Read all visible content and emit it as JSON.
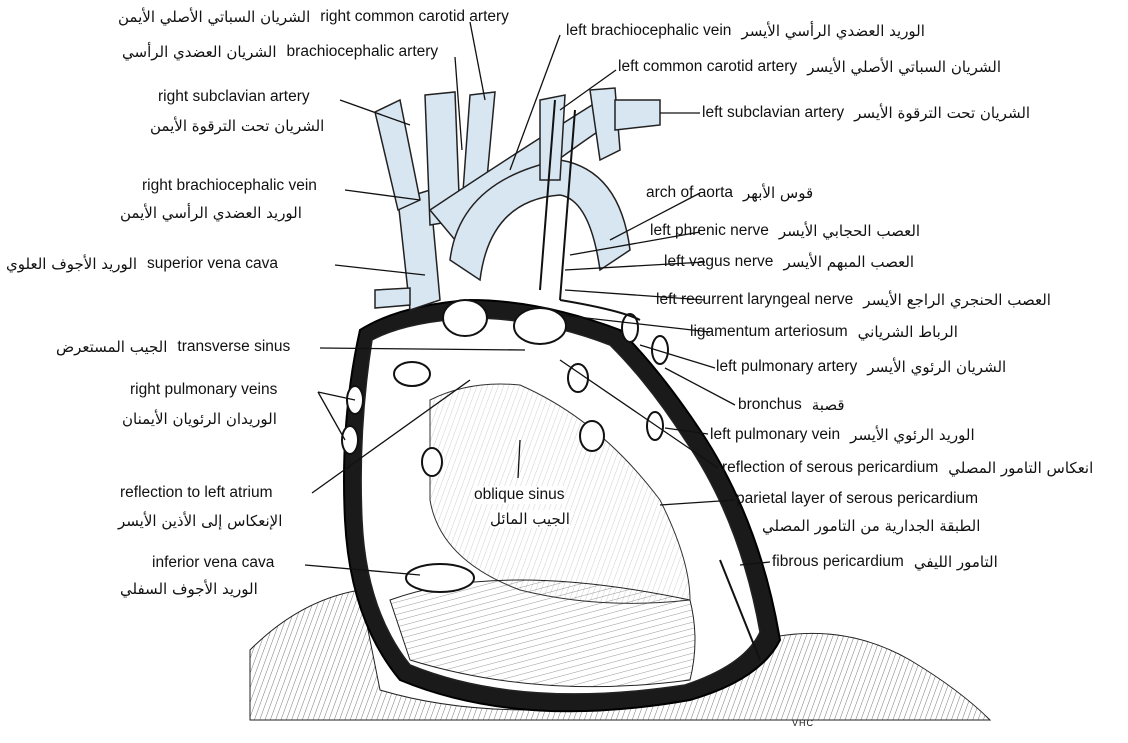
{
  "labels": {
    "right_common_carotid": {
      "en": "right common carotid artery",
      "ar": "الشريان السباتي الأصلي الأيمن"
    },
    "brachiocephalic_artery": {
      "en": "brachiocephalic artery",
      "ar": "الشريان العضدي الرأسي"
    },
    "right_subclavian": {
      "en": "right subclavian artery",
      "ar": "الشريان تحت الترقوة الأيمن"
    },
    "right_brachiocephalic_vein": {
      "en": "right brachiocephalic vein",
      "ar": "الوريد العضدي الرأسي الأيمن"
    },
    "superior_vena_cava": {
      "en": "superior vena cava",
      "ar": "الوريد الأجوف العلوي"
    },
    "transverse_sinus": {
      "en": "transverse sinus",
      "ar": "الجيب المستعرض"
    },
    "right_pulmonary_veins": {
      "en": "right pulmonary veins",
      "ar": "الوريدان الرئويان الأيمنان"
    },
    "reflection_left_atrium": {
      "en": "reflection to left atrium",
      "ar": "الإنعكاس إلى الأذين الأيسر"
    },
    "inferior_vena_cava": {
      "en": "inferior vena cava",
      "ar": "الوريد الأجوف السفلي"
    },
    "oblique_sinus": {
      "en": "oblique sinus",
      "ar": "الجيب المائل"
    },
    "left_brachiocephalic_vein": {
      "en": "left brachiocephalic vein",
      "ar": "الوريد العضدي الرأسي الأيسر"
    },
    "left_common_carotid": {
      "en": "left common carotid artery",
      "ar": "الشريان السباتي الأصلي الأيسر"
    },
    "left_subclavian": {
      "en": "left subclavian artery",
      "ar": "الشريان تحت الترقوة الأيسر"
    },
    "arch_of_aorta": {
      "en": "arch of aorta",
      "ar": "قوس الأبهر"
    },
    "left_phrenic": {
      "en": "left phrenic nerve",
      "ar": "العصب الحجابي الأيسر"
    },
    "left_vagus": {
      "en": "left vagus nerve",
      "ar": "العصب المبهم الأيسر"
    },
    "left_recurrent": {
      "en": "left recurrent laryngeal nerve",
      "ar": "العصب الحنجري الراجع الأيسر"
    },
    "ligamentum": {
      "en": "ligamentum arteriosum",
      "ar": "الرباط الشرياني"
    },
    "left_pulmonary_artery": {
      "en": "left pulmonary artery",
      "ar": "الشريان الرئوي الأيسر"
    },
    "bronchus": {
      "en": "bronchus",
      "ar": "قصبة"
    },
    "left_pulmonary_vein": {
      "en": "left pulmonary vein",
      "ar": "الوريد الرئوي الأيسر"
    },
    "reflection_serous": {
      "en": "reflection of serous pericardium",
      "ar": "انعكاس التامور المصلي"
    },
    "parietal_layer": {
      "en": "parietal layer of serous pericardium",
      "ar": "الطبقة الجدارية من التامور المصلي"
    },
    "fibrous_pericardium": {
      "en": "fibrous pericardium",
      "ar": "التامور الليفي"
    }
  },
  "signature": "VHC",
  "colors": {
    "vessel_fill": "#d8e6f2",
    "ink": "#111111",
    "background": "#ffffff"
  }
}
